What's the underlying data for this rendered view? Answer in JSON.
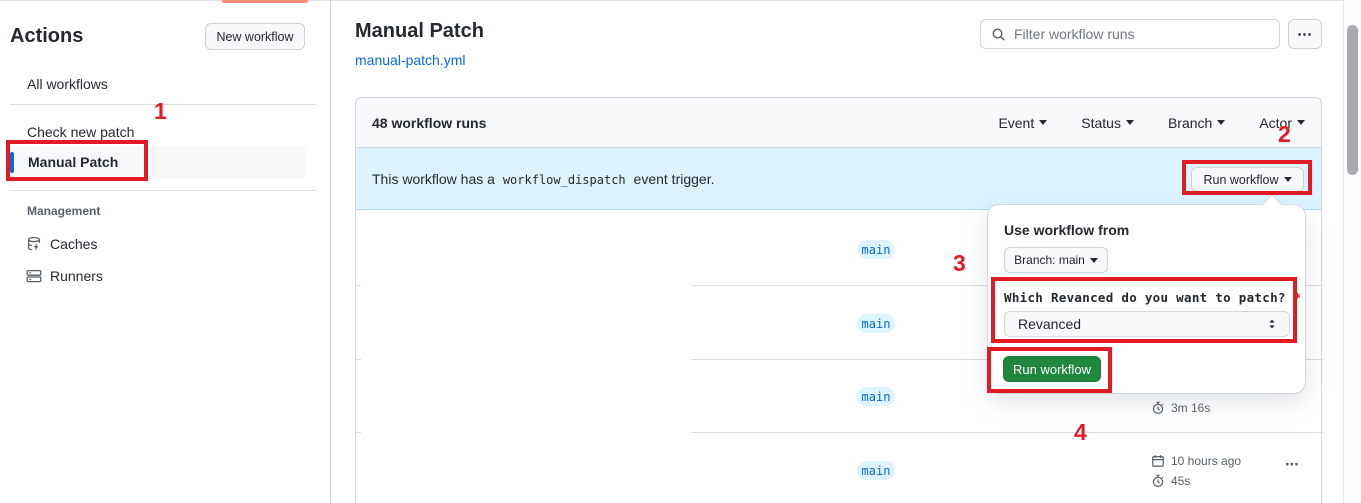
{
  "sidebar": {
    "title": "Actions",
    "new_workflow_button": "New workflow",
    "items": [
      {
        "label": "All workflows"
      },
      {
        "label": "Check new patch"
      },
      {
        "label": "Manual Patch",
        "selected": true
      }
    ],
    "management": {
      "heading": "Management",
      "items": [
        {
          "label": "Caches",
          "icon": "cache-icon"
        },
        {
          "label": "Runners",
          "icon": "server-icon"
        }
      ]
    }
  },
  "header": {
    "title": "Manual Patch",
    "workflow_file": "manual-patch.yml",
    "filter_placeholder": "Filter workflow runs",
    "kebab": "⋯"
  },
  "runs_card": {
    "count_label": "48 workflow runs",
    "filters": [
      {
        "label": "Event"
      },
      {
        "label": "Status"
      },
      {
        "label": "Branch"
      },
      {
        "label": "Actor"
      }
    ],
    "banner": {
      "text_before": "This workflow has a ",
      "code": "workflow_dispatch",
      "text_after": " event trigger.",
      "run_workflow_button": "Run workflow"
    },
    "rows": [
      {
        "branch": "main"
      },
      {
        "branch": "main"
      },
      {
        "branch": "main",
        "duration": "3m 16s"
      },
      {
        "branch": "main",
        "time": "10 hours ago",
        "duration": "45s",
        "kebab": "⋯"
      }
    ]
  },
  "run_dialog": {
    "heading": "Use workflow from",
    "branch_button": "Branch: main",
    "input_label": "Which Revanced do you want to patch?",
    "required_marker": "*",
    "select_value": "Revanced",
    "submit_button": "Run workflow"
  },
  "annotations": {
    "step1": "1",
    "step2": "2",
    "step3": "3",
    "step4": "4",
    "box_color": "#e01b24"
  },
  "colors": {
    "accent_blue": "#0969da",
    "banner_bg": "#ddf4ff",
    "header_bg": "#f6f8fa",
    "border": "#d0d7de",
    "green_button": "#1f883d",
    "tab_underline_orange": "#fd8c73",
    "annotation_red": "#e01b24",
    "muted_text": "#57606a"
  }
}
